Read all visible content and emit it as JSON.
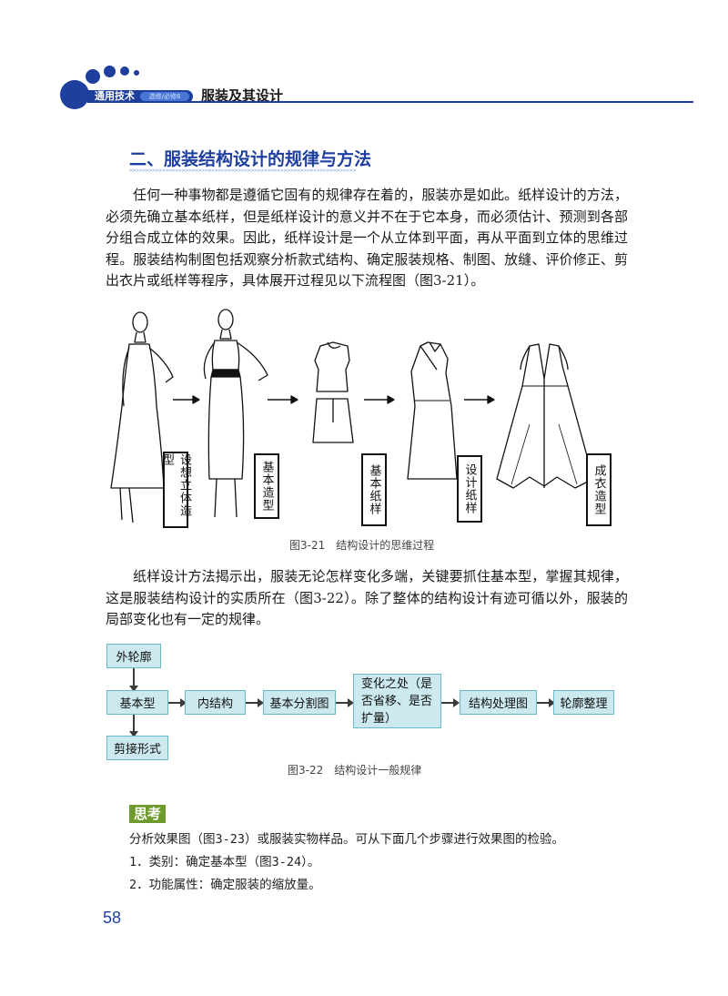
{
  "header": {
    "series": "通用技术",
    "series_tag": "选修/必修6",
    "title": "服装及其设计",
    "accent": "#1f3f9e"
  },
  "section": {
    "title": "二、服装结构设计的规律与方法",
    "rule_text": ">>>>>>>>>>>>>>>>>>>>>>>>>>>>>>>>>>>>>>>>>>>>>>>>>>>>>>>>>>>>>>>>>>>>>"
  },
  "paragraphs": [
    "任何一种事物都是遵循它固有的规律存在着的，服装亦是如此。纸样设计的方法，必须先确立基本纸样，但是纸样设计的意义并不在于它本身，而必须估计、预测到各部分组合成立体的效果。因此，纸样设计是一个从立体到平面，再从平面到立体的思维过程。服装结构制图包括观察分析款式结构、确定服装规格、制图、放缝、评价修正、剪出衣片或纸样等程序，具体展开过程见以下流程图（图3-21）。",
    "纸样设计方法揭示出，服装无论怎样变化多端，关键要抓住基本型，掌握其规律，这是服装结构设计的实质所在（图3-22）。除了整体的结构设计有迹可循以外，服装的局部变化也有一定的规律。"
  ],
  "figure1": {
    "caption": "图3-21　结构设计的思维过程",
    "stages": [
      "设想立体造型",
      "基本造型",
      "基本纸样",
      "设计纸样",
      "成衣造型"
    ]
  },
  "figure2": {
    "caption": "图3-22　结构设计一般规律",
    "boxes": {
      "outline": "外轮廓",
      "basic": "基本型",
      "inner": "内结构",
      "division": "基本分割图",
      "change": "变化之处（是否省移、是否扩量）",
      "process": "结构处理图",
      "finish": "轮廓整理",
      "cut": "剪接形式"
    },
    "box_color": "#cbe9ee"
  },
  "think": {
    "label": "思考",
    "lines": [
      "分析效果图（图3-23）或服装实物样品。可从下面几个步骤进行效果图的检验。",
      "1．类别：确定基本型（图3-24）。",
      "2．功能属性：确定服装的缩放量。"
    ],
    "label_color": "#6f9a2c"
  },
  "page_number": "58"
}
